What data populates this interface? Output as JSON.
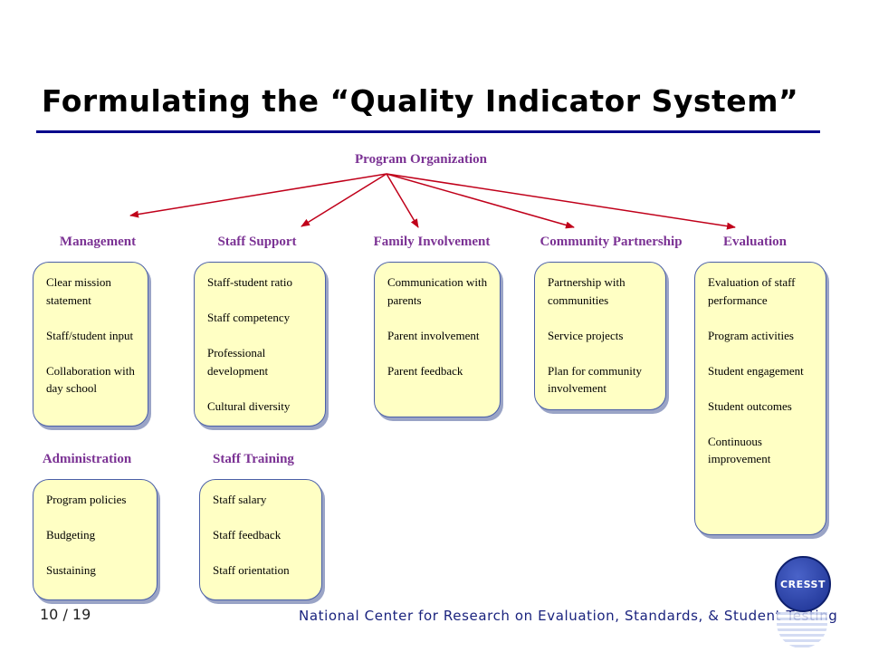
{
  "title": "Formulating the “Quality Indicator System”",
  "root": {
    "label": "Program Organization"
  },
  "categories": [
    {
      "label": "Management",
      "items": [
        "Clear mission statement",
        "Staff/student input",
        "Collaboration with day school"
      ]
    },
    {
      "label": "Staff Support",
      "items": [
        "Staff-student ratio",
        "Staff competency",
        "Professional development",
        "Cultural diversity"
      ]
    },
    {
      "label": "Family Involvement",
      "items": [
        "Communication with parents",
        "Parent involvement",
        "Parent feedback"
      ]
    },
    {
      "label": "Community Partnership",
      "items": [
        "Partnership with communities",
        "Service projects",
        "Plan for community involvement"
      ]
    },
    {
      "label": "Evaluation",
      "items": [
        "Evaluation of staff performance",
        "Program activities",
        "Student engagement",
        "Student outcomes",
        "Continuous improvement"
      ]
    },
    {
      "label": "Administration",
      "items": [
        "Program policies",
        "Budgeting",
        "Sustaining"
      ]
    },
    {
      "label": "Staff  Training",
      "items": [
        "Staff salary",
        "Staff feedback",
        "Staff orientation"
      ]
    }
  ],
  "footer": {
    "page": "10 / 19",
    "org": "National Center for Research on Evaluation, Standards, & Student Testing",
    "logo_text": "CRESST"
  },
  "colors": {
    "label": "#7b3294",
    "arrow": "#c0001a",
    "box_fill": "#ffffc4",
    "box_border": "#4a5fa8",
    "title_rule": "#00008b"
  }
}
